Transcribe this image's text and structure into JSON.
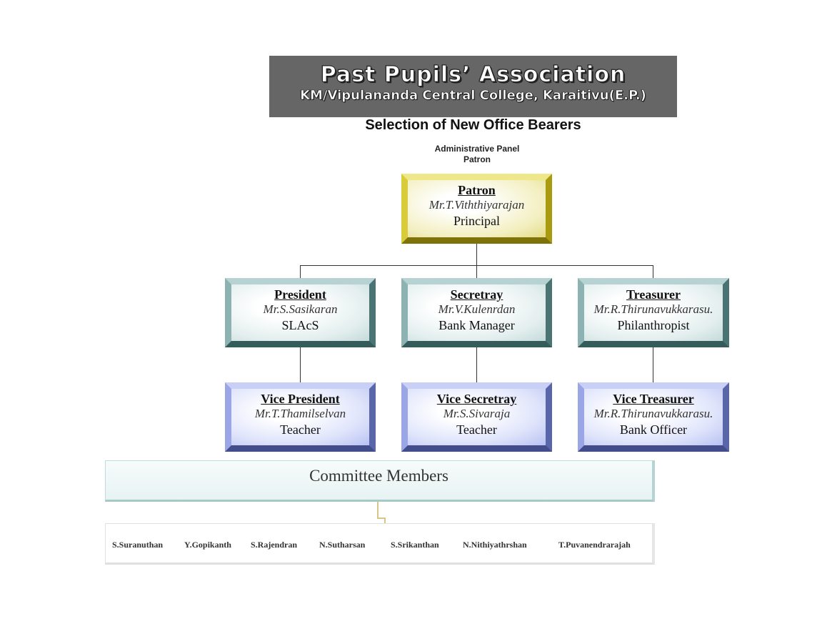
{
  "header": {
    "title_line1": "Past Pupils’ Association",
    "title_line2": "KM/Vipulananda Central College, Karaitivu(E.P.)"
  },
  "page_title": "Selection of New Office Bearers",
  "panel": {
    "label1": "Administrative Panel",
    "label2": "Patron"
  },
  "nodes": {
    "patron": {
      "role": "Patron",
      "name": "Mr.T.Viththiyarajan",
      "occupation": "Principal"
    },
    "president": {
      "role": "President",
      "name": "Mr.S.Sasikaran",
      "occupation": "SLAcS"
    },
    "secretary": {
      "role": "Secretray",
      "name": "Mr.V.Kulenrdan",
      "occupation": "Bank Manager"
    },
    "treasurer": {
      "role": "Treasurer",
      "name": "Mr.R.Thirunavukkarasu.",
      "occupation": "Philanthropist"
    },
    "vice_president": {
      "role": "Vice President",
      "name": "Mr.T.Thamilselvan",
      "occupation": "Teacher"
    },
    "vice_secretary": {
      "role": "Vice Secretray",
      "name": "Mr.S.Sivaraja",
      "occupation": "Teacher"
    },
    "vice_treasurer": {
      "role": "Vice Treasurer",
      "name": "Mr.R.Thirunavukkarasu.",
      "occupation": "Bank Officer"
    }
  },
  "committee": {
    "title": "Committee Members",
    "members": [
      "S.Suranuthan",
      "Y.Gopikanth",
      "S.Rajendran",
      "N.Sutharsan",
      "S.Srikanthan",
      "N.Nithiyathrshan",
      "T.Puvanendrarajah"
    ]
  },
  "colors": {
    "banner": "#666666",
    "patron_box": "#c9bd1f",
    "officer_box": "#5e8a8a",
    "vice_box": "#6e7bc4",
    "committee_box": "#e7f3f3"
  }
}
